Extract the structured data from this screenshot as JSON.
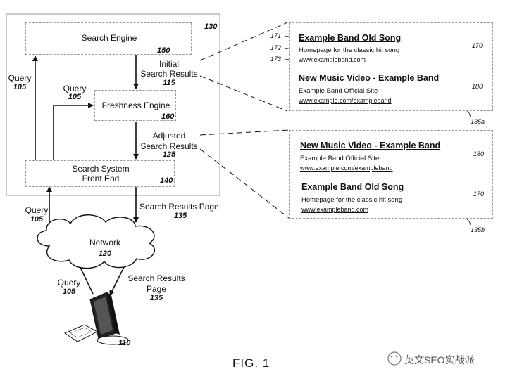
{
  "nodes": {
    "outer_ref": "130",
    "search_engine": {
      "label": "Search Engine",
      "ref": "150"
    },
    "freshness_engine": {
      "label": "Freshness Engine",
      "ref": "160"
    },
    "front_end": {
      "line1": "Search System",
      "line2": "Front End",
      "ref": "140"
    },
    "network": {
      "label": "Network",
      "ref": "120"
    },
    "client_ref": "110"
  },
  "edges": {
    "query": "Query",
    "query_ref": "105",
    "initial_line1": "Initial",
    "initial_line2": "Search Results",
    "initial_ref": "115",
    "adjusted_line1": "Adjusted",
    "adjusted_line2": "Search Results",
    "adjusted_ref": "125",
    "srp": "Search Results Page",
    "srp_line1": "Search Results",
    "srp_line2": "Page",
    "srp_ref": "135"
  },
  "panel_a": {
    "ref": "135a",
    "results": [
      {
        "title": "Example Band Old Song",
        "snippet": "Homepage for the classic hit song",
        "url": "www.exampleband.com",
        "ref": "170",
        "sub_refs": [
          "171",
          "172",
          "173"
        ]
      },
      {
        "title": "New Music Video - Example Band",
        "snippet": "Example Band Official Site",
        "url": "www.example.com/exampleband",
        "ref": "180"
      }
    ]
  },
  "panel_b": {
    "ref": "135b",
    "results": [
      {
        "title": "New Music Video - Example Band",
        "snippet": "Example Band Official Site",
        "url": "www.example.com/exampleband",
        "ref": "180"
      },
      {
        "title": "Example Band Old Song",
        "snippet": "Homepage for the classic hit song",
        "url": "www.exampleband.com",
        "ref": "170"
      }
    ]
  },
  "caption": "FIG. 1",
  "watermark": "英文SEO实战派"
}
